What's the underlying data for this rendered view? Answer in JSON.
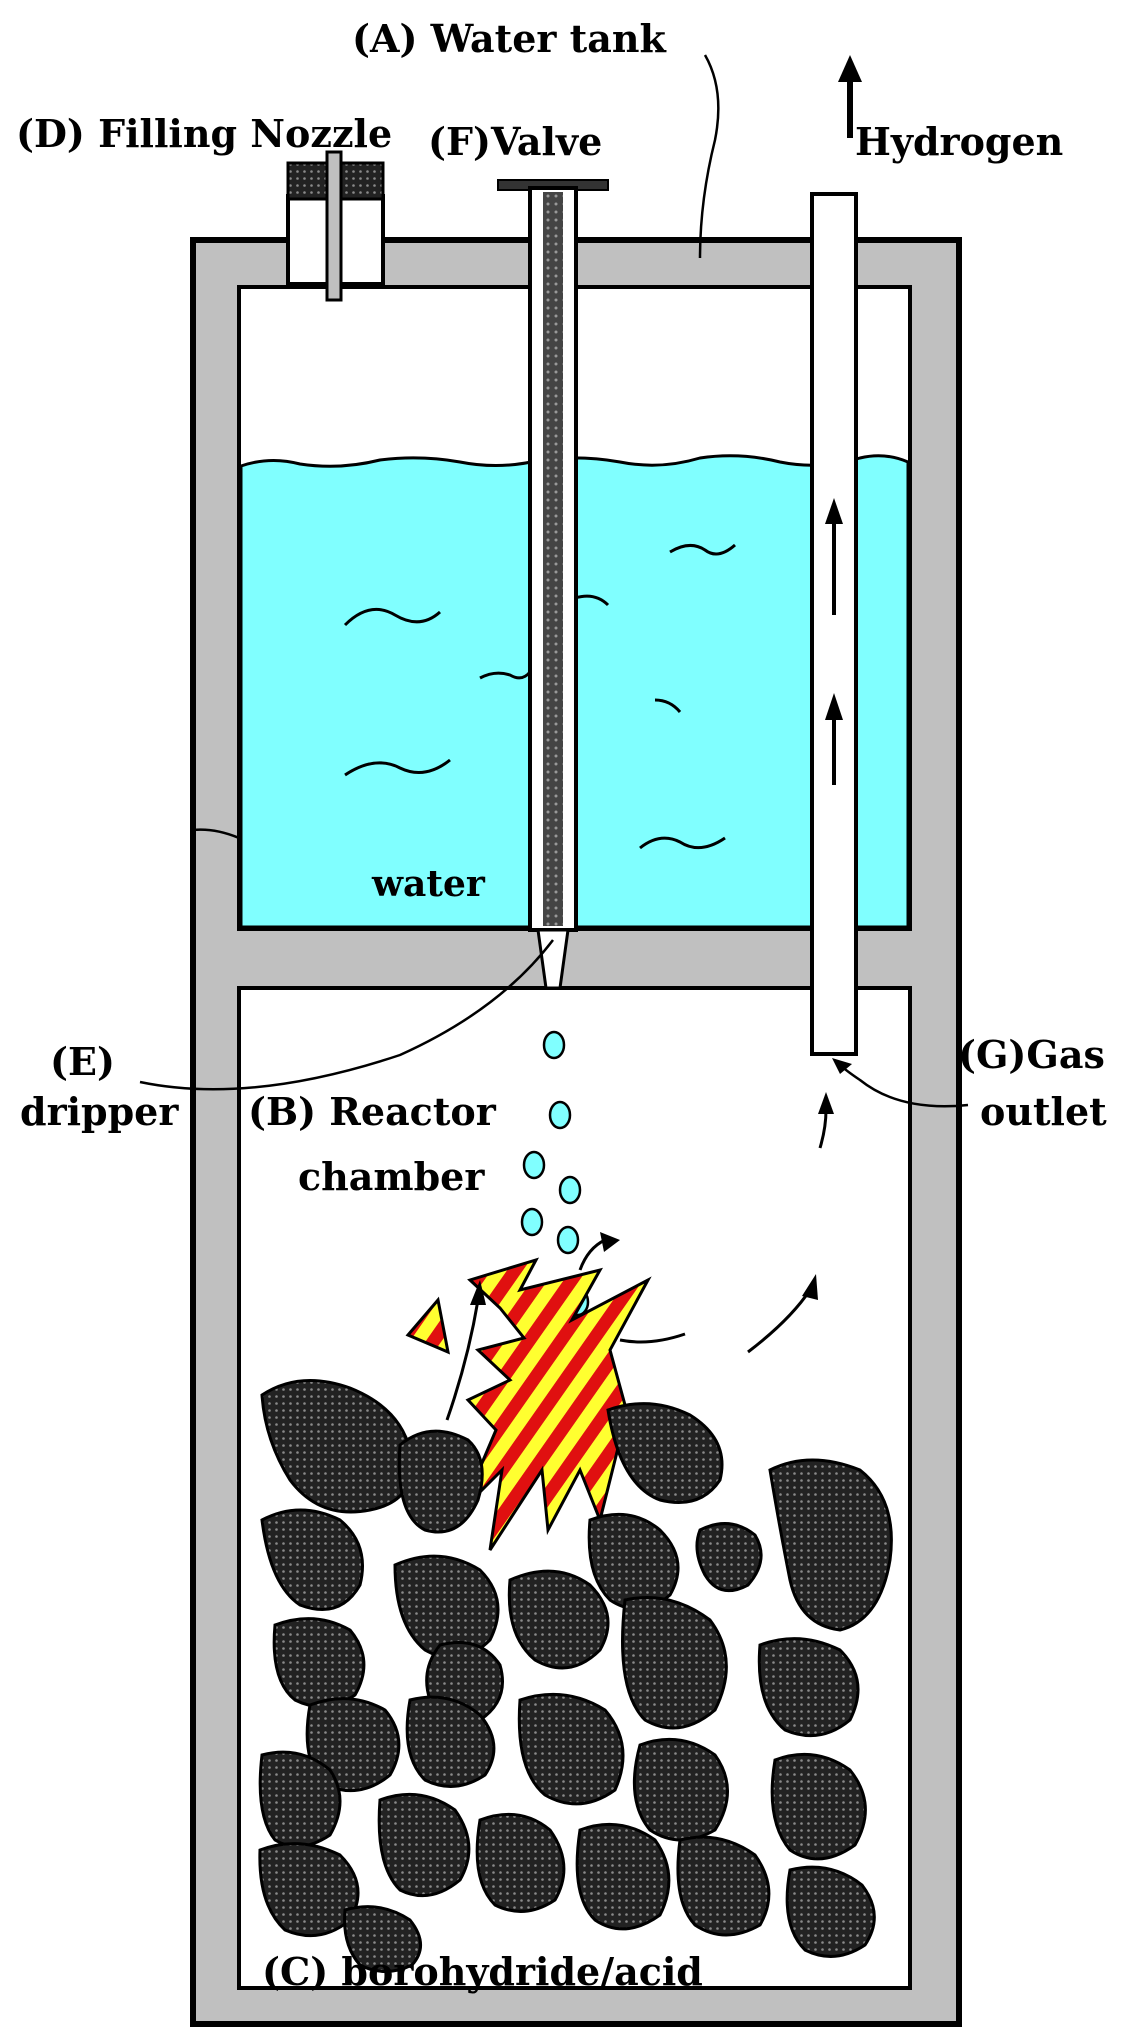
{
  "labels": {
    "water_tank": "(A) Water tank",
    "filling_nozzle": "(D) Filling Nozzle",
    "valve": "(F)Valve",
    "hydrogen": "Hydrogen",
    "water": "water",
    "dripper_e": "(E)",
    "dripper": "dripper",
    "reactor_b": "(B) Reactor",
    "reactor_chamber": "chamber",
    "gas_outlet_g": "(G)Gas",
    "gas_outlet": "outlet",
    "borohydride": "(C) borohydride/acid"
  },
  "colors": {
    "wall": "#c0c0c0",
    "water": "#80ffff",
    "outline": "#000000",
    "flame_red": "#e01010",
    "flame_yellow": "#ffff30",
    "rock": "#3a3a3a"
  }
}
